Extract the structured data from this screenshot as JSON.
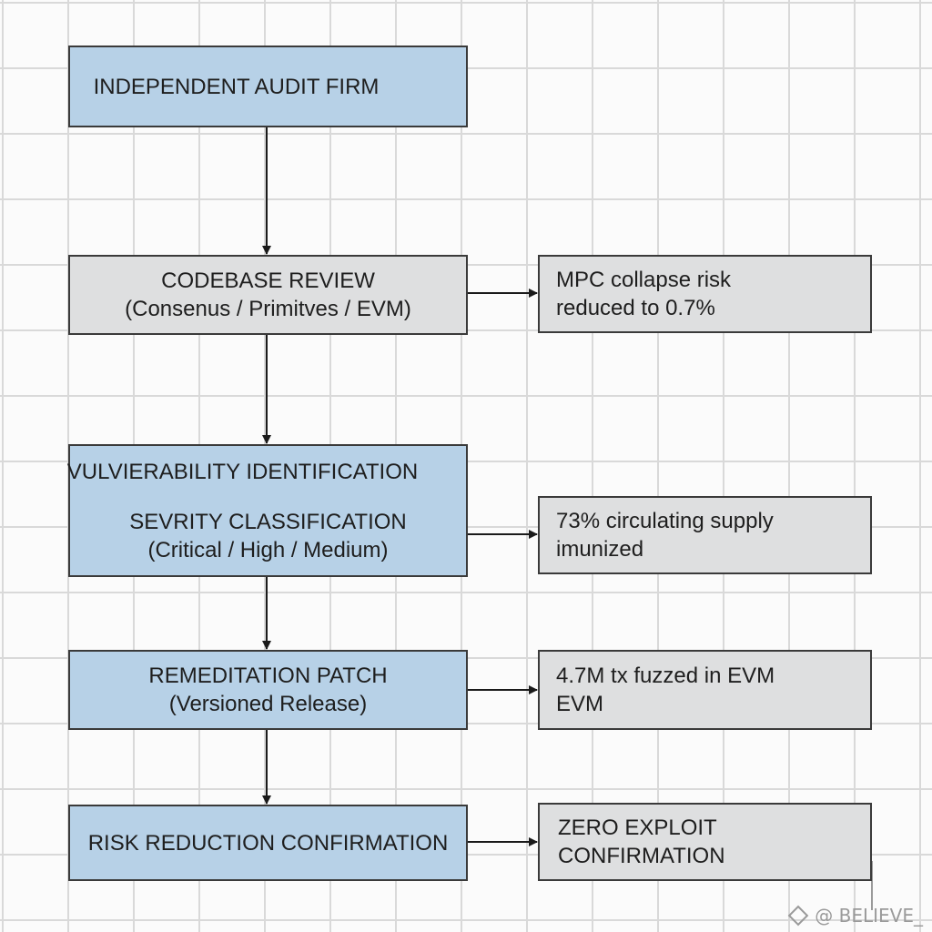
{
  "steps": {
    "audit_firm": {
      "line1": "INDEPENDENT AUDIT FIRM"
    },
    "codebase_review": {
      "line1": "CODEBASE REVIEW",
      "line2": "(Consenus / Primitves / EVM)"
    },
    "vulnerability": {
      "line1": "VULVIERABILITY IDENTIFICATION",
      "line2": "SEVRITY CLASSIFICATION",
      "line3": "(Critical / High / Medium)"
    },
    "remediation": {
      "line1": "REMEDITATION PATCH",
      "line2": "(Versioned Release)"
    },
    "risk_reduction": {
      "line1": "RISK REDUCTION CONFIRMATION"
    }
  },
  "outcomes": {
    "mpc_risk": {
      "line1": "MPC collapse risk",
      "line2": "reduced to 0.7%"
    },
    "supply": {
      "line1": "73% circulating supply",
      "line2": "imunized"
    },
    "fuzzing": {
      "line1": "4.7M tx fuzzed in EVM",
      "line2": "EVM"
    },
    "zero_exploit": {
      "line1": "ZERO EXPLOIT",
      "line2": "CONFIRMATION"
    }
  },
  "colors": {
    "step_fill": "#b7d1e7",
    "outcome_fill": "#dedfe0",
    "border": "#3a3a3a",
    "grid": "#d9d9d9"
  },
  "watermark": {
    "icon": "diamond-logo-icon",
    "text": "@ BELIEVE_"
  }
}
